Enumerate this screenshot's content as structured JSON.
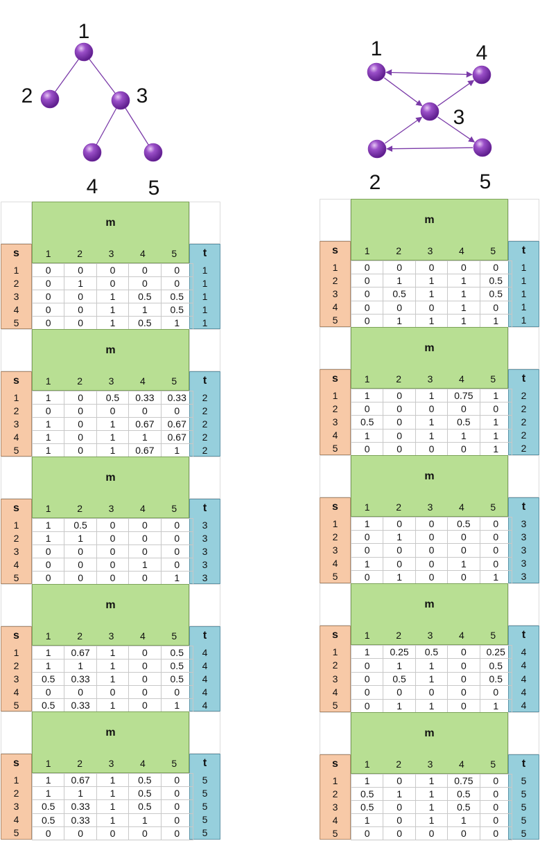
{
  "graph_left": {
    "nodes": [
      {
        "id": "1",
        "label": "1"
      },
      {
        "id": "2",
        "label": "2"
      },
      {
        "id": "3",
        "label": "3"
      },
      {
        "id": "4",
        "label": "4"
      },
      {
        "id": "5",
        "label": "5"
      }
    ],
    "edges": [
      [
        "1",
        "2"
      ],
      [
        "1",
        "3"
      ],
      [
        "3",
        "4"
      ],
      [
        "3",
        "5"
      ]
    ],
    "directed": false
  },
  "graph_right": {
    "nodes": [
      {
        "id": "1",
        "label": "1"
      },
      {
        "id": "2",
        "label": "2"
      },
      {
        "id": "3",
        "label": "3"
      },
      {
        "id": "4",
        "label": "4"
      },
      {
        "id": "5",
        "label": "5"
      }
    ],
    "edges": [
      {
        "from": "1",
        "to": "4",
        "both": true
      },
      {
        "from": "1",
        "to": "3",
        "both": false
      },
      {
        "from": "3",
        "to": "4",
        "both": false
      },
      {
        "from": "2",
        "to": "3",
        "both": false
      },
      {
        "from": "3",
        "to": "5",
        "both": false
      },
      {
        "from": "5",
        "to": "2",
        "both": false
      }
    ],
    "directed": true
  },
  "headers": {
    "m": "m",
    "s": "s",
    "t": "t",
    "cols": [
      "1",
      "2",
      "3",
      "4",
      "5"
    ],
    "rows": [
      "1",
      "2",
      "3",
      "4",
      "5"
    ]
  },
  "colors": {
    "node": "#7a2fa8",
    "s_bar": "#f7c9a7",
    "t_bar": "#96cfdc",
    "m_header": "#b8df93"
  },
  "tables_left": [
    {
      "t": "1",
      "cells": [
        [
          "0",
          "0",
          "0",
          "0",
          "0"
        ],
        [
          "0",
          "1",
          "0",
          "0",
          "0"
        ],
        [
          "0",
          "0",
          "1",
          "0.5",
          "0.5"
        ],
        [
          "0",
          "0",
          "1",
          "1",
          "0.5"
        ],
        [
          "0",
          "0",
          "1",
          "0.5",
          "1"
        ]
      ]
    },
    {
      "t": "2",
      "cells": [
        [
          "1",
          "0",
          "0.5",
          "0.33",
          "0.33"
        ],
        [
          "0",
          "0",
          "0",
          "0",
          "0"
        ],
        [
          "1",
          "0",
          "1",
          "0.67",
          "0.67"
        ],
        [
          "1",
          "0",
          "1",
          "1",
          "0.67"
        ],
        [
          "1",
          "0",
          "1",
          "0.67",
          "1"
        ]
      ]
    },
    {
      "t": "3",
      "cells": [
        [
          "1",
          "0.5",
          "0",
          "0",
          "0"
        ],
        [
          "1",
          "1",
          "0",
          "0",
          "0"
        ],
        [
          "0",
          "0",
          "0",
          "0",
          "0"
        ],
        [
          "0",
          "0",
          "0",
          "1",
          "0"
        ],
        [
          "0",
          "0",
          "0",
          "0",
          "1"
        ]
      ]
    },
    {
      "t": "4",
      "cells": [
        [
          "1",
          "0.67",
          "1",
          "0",
          "0.5"
        ],
        [
          "1",
          "1",
          "1",
          "0",
          "0.5"
        ],
        [
          "0.5",
          "0.33",
          "1",
          "0",
          "0.5"
        ],
        [
          "0",
          "0",
          "0",
          "0",
          "0"
        ],
        [
          "0.5",
          "0.33",
          "1",
          "0",
          "1"
        ]
      ]
    },
    {
      "t": "5",
      "cells": [
        [
          "1",
          "0.67",
          "1",
          "0.5",
          "0"
        ],
        [
          "1",
          "1",
          "1",
          "0.5",
          "0"
        ],
        [
          "0.5",
          "0.33",
          "1",
          "0.5",
          "0"
        ],
        [
          "0.5",
          "0.33",
          "1",
          "1",
          "0"
        ],
        [
          "0",
          "0",
          "0",
          "0",
          "0"
        ]
      ]
    }
  ],
  "tables_right": [
    {
      "t": "1",
      "cells": [
        [
          "0",
          "0",
          "0",
          "0",
          "0"
        ],
        [
          "0",
          "1",
          "1",
          "1",
          "0.5"
        ],
        [
          "0",
          "0.5",
          "1",
          "1",
          "0.5"
        ],
        [
          "0",
          "0",
          "0",
          "1",
          "0"
        ],
        [
          "0",
          "1",
          "1",
          "1",
          "1"
        ]
      ]
    },
    {
      "t": "2",
      "cells": [
        [
          "1",
          "0",
          "1",
          "0.75",
          "1"
        ],
        [
          "0",
          "0",
          "0",
          "0",
          "0"
        ],
        [
          "0.5",
          "0",
          "1",
          "0.5",
          "1"
        ],
        [
          "1",
          "0",
          "1",
          "1",
          "1"
        ],
        [
          "0",
          "0",
          "0",
          "0",
          "1"
        ]
      ]
    },
    {
      "t": "3",
      "cells": [
        [
          "1",
          "0",
          "0",
          "0.5",
          "0"
        ],
        [
          "0",
          "1",
          "0",
          "0",
          "0"
        ],
        [
          "0",
          "0",
          "0",
          "0",
          "0"
        ],
        [
          "1",
          "0",
          "0",
          "1",
          "0"
        ],
        [
          "0",
          "1",
          "0",
          "0",
          "1"
        ]
      ]
    },
    {
      "t": "4",
      "cells": [
        [
          "1",
          "0.25",
          "0.5",
          "0",
          "0.25"
        ],
        [
          "0",
          "1",
          "1",
          "0",
          "0.5"
        ],
        [
          "0",
          "0.5",
          "1",
          "0",
          "0.5"
        ],
        [
          "0",
          "0",
          "0",
          "0",
          "0"
        ],
        [
          "0",
          "1",
          "1",
          "0",
          "1"
        ]
      ]
    },
    {
      "t": "5",
      "cells": [
        [
          "1",
          "0",
          "1",
          "0.75",
          "0"
        ],
        [
          "0.5",
          "1",
          "1",
          "0.5",
          "0"
        ],
        [
          "0.5",
          "0",
          "1",
          "0.5",
          "0"
        ],
        [
          "1",
          "0",
          "1",
          "1",
          "0"
        ],
        [
          "0",
          "0",
          "0",
          "0",
          "0"
        ]
      ]
    }
  ]
}
